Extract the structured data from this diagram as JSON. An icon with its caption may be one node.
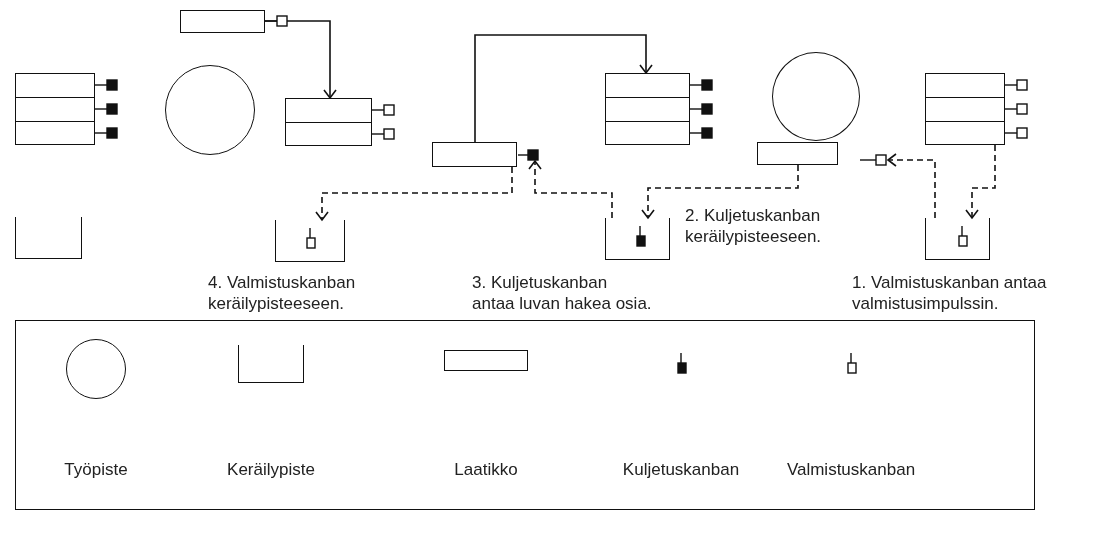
{
  "diagram": {
    "nodes": [
      {
        "text": [],
        "shape": "box"
      },
      {
        "text": [],
        "shape": "circle"
      },
      {
        "text": [],
        "shape": "box"
      },
      {
        "text": [],
        "shape": "box"
      },
      {
        "text": [],
        "shape": "box"
      },
      {
        "text": [],
        "shape": "box"
      },
      {
        "text": [],
        "shape": "box"
      },
      {
        "text": [],
        "shape": "circle"
      },
      {
        "text": [],
        "shape": "box"
      },
      {
        "text": [],
        "shape": "box"
      },
      {
        "text": [],
        "shape": "box"
      },
      {
        "text": [],
        "shape": "bin"
      },
      {
        "text": [],
        "shape": "bin",
        "beside": [
          "4. Valmistuskanban keräilypisteeseen."
        ]
      },
      {
        "text": [],
        "shape": "bin",
        "beside": [
          "2. Kuljetuskanban keräilypisteeseen."
        ]
      },
      {
        "text": [],
        "shape": "bin",
        "beside": [
          "1. Valmistuskanban antaa valmistusimpulssin."
        ]
      }
    ],
    "edges": [
      {
        "from": 2,
        "to": 3,
        "arrow": "to"
      },
      {
        "from": 4,
        "to": 6,
        "arrow": "to"
      },
      {
        "from": 8,
        "to": 13,
        "arrow": "to",
        "style": "dashed"
      },
      {
        "from": 9,
        "to": 14,
        "arrow": "to",
        "style": "dashed"
      },
      {
        "from": 14,
        "to": 10,
        "arrow": "to",
        "style": "dashed"
      },
      {
        "from": 13,
        "to": 5,
        "arrow": "to",
        "style": "dashed"
      },
      {
        "from": 4,
        "to": 12,
        "arrow": "to",
        "style": "dashed"
      }
    ],
    "labels": [
      "3. Kuljetuskanban antaa luvan hakea osia."
    ],
    "legend": [
      {
        "text": "Työpiste"
      },
      {
        "text": "Keräilypiste"
      },
      {
        "text": "Laatikko"
      },
      {
        "text": "Kuljetuskanban"
      },
      {
        "text": "Valmistuskanban"
      }
    ]
  }
}
